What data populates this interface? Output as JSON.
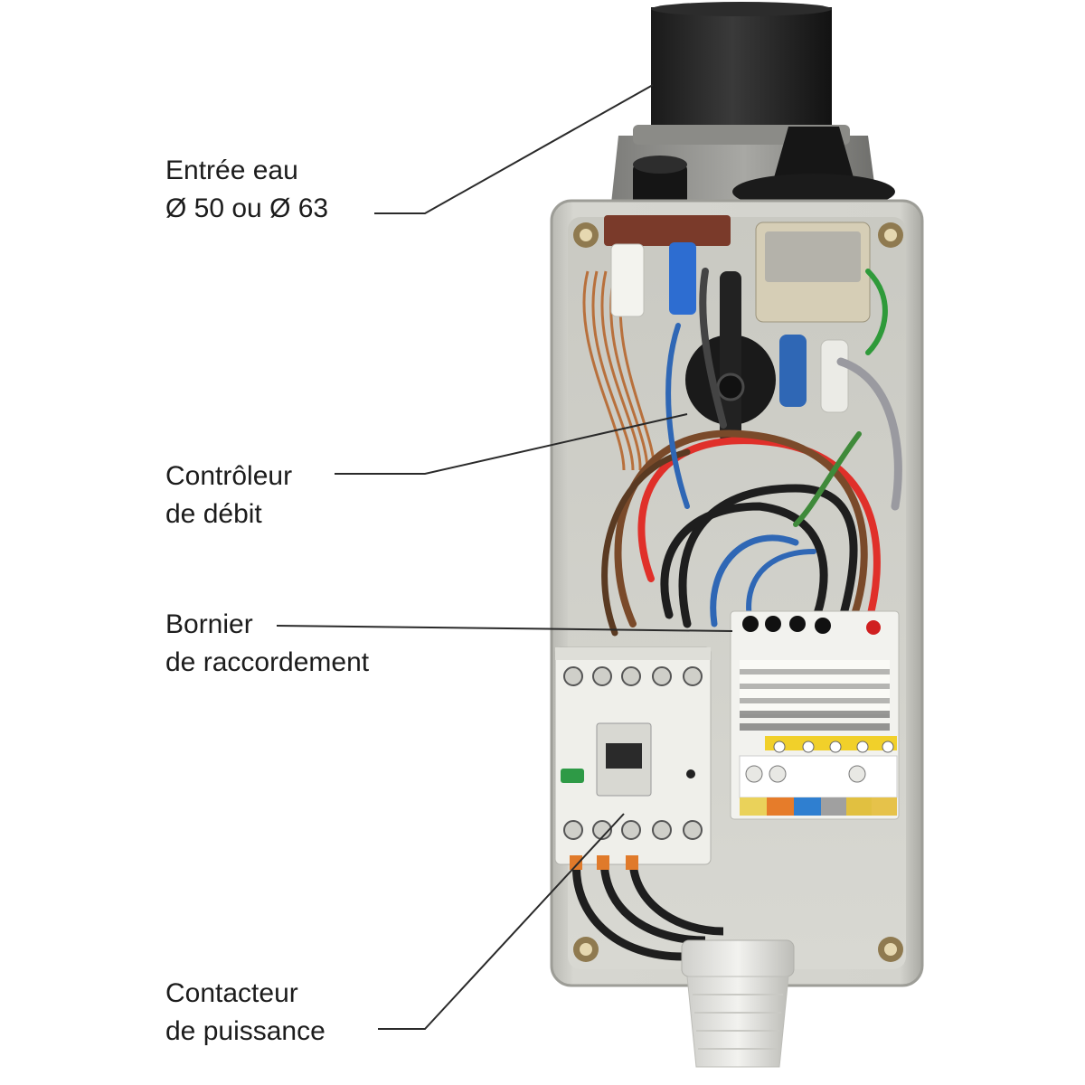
{
  "callouts": [
    {
      "line1": "Entrée eau",
      "line2": "Ø 50 ou Ø 63"
    },
    {
      "line1": "Contrôleur",
      "line2": "de débit"
    },
    {
      "line1": "Bornier",
      "line2": "de raccordement"
    },
    {
      "line1": "Contacteur",
      "line2": "de puissance"
    }
  ],
  "colors": {
    "housing": "#cfcfc9",
    "housing_inner": "#dcdcd6",
    "wire_red": "#e0302a",
    "wire_brown": "#7a4a2a",
    "wire_blue": "#2f67b5",
    "wire_black": "#1e1e1e",
    "copper": "#b8703c",
    "leader_line": "#2a2a2a"
  }
}
